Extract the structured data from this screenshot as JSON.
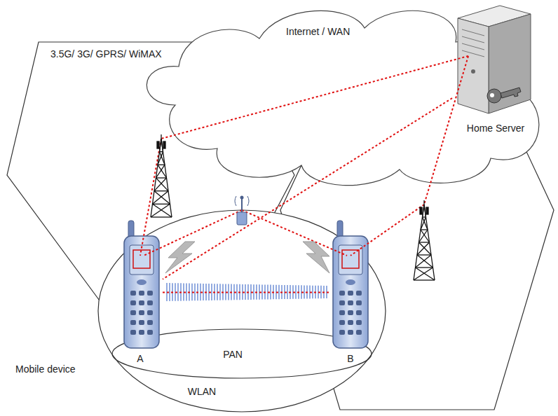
{
  "diagram": {
    "nodes": [
      {
        "text": [
          "3.5G/ 3G/ GPRS/ WiMAX"
        ]
      },
      {
        "text": [
          "Internet / WAN"
        ]
      },
      {
        "text": [
          "Home Server"
        ]
      },
      {
        "text": [
          "WLAN"
        ]
      },
      {
        "text": [
          "PAN"
        ],
        "in": 3
      },
      {
        "text": [
          "A"
        ],
        "in": 3
      },
      {
        "text": [
          "B"
        ],
        "in": 3
      }
    ],
    "edges": [
      {
        "from": 2,
        "to": 5,
        "arrow": "none"
      },
      {
        "from": 5,
        "to": 6,
        "arrow": "none"
      }
    ],
    "labels": [
      "Mobile device"
    ]
  }
}
